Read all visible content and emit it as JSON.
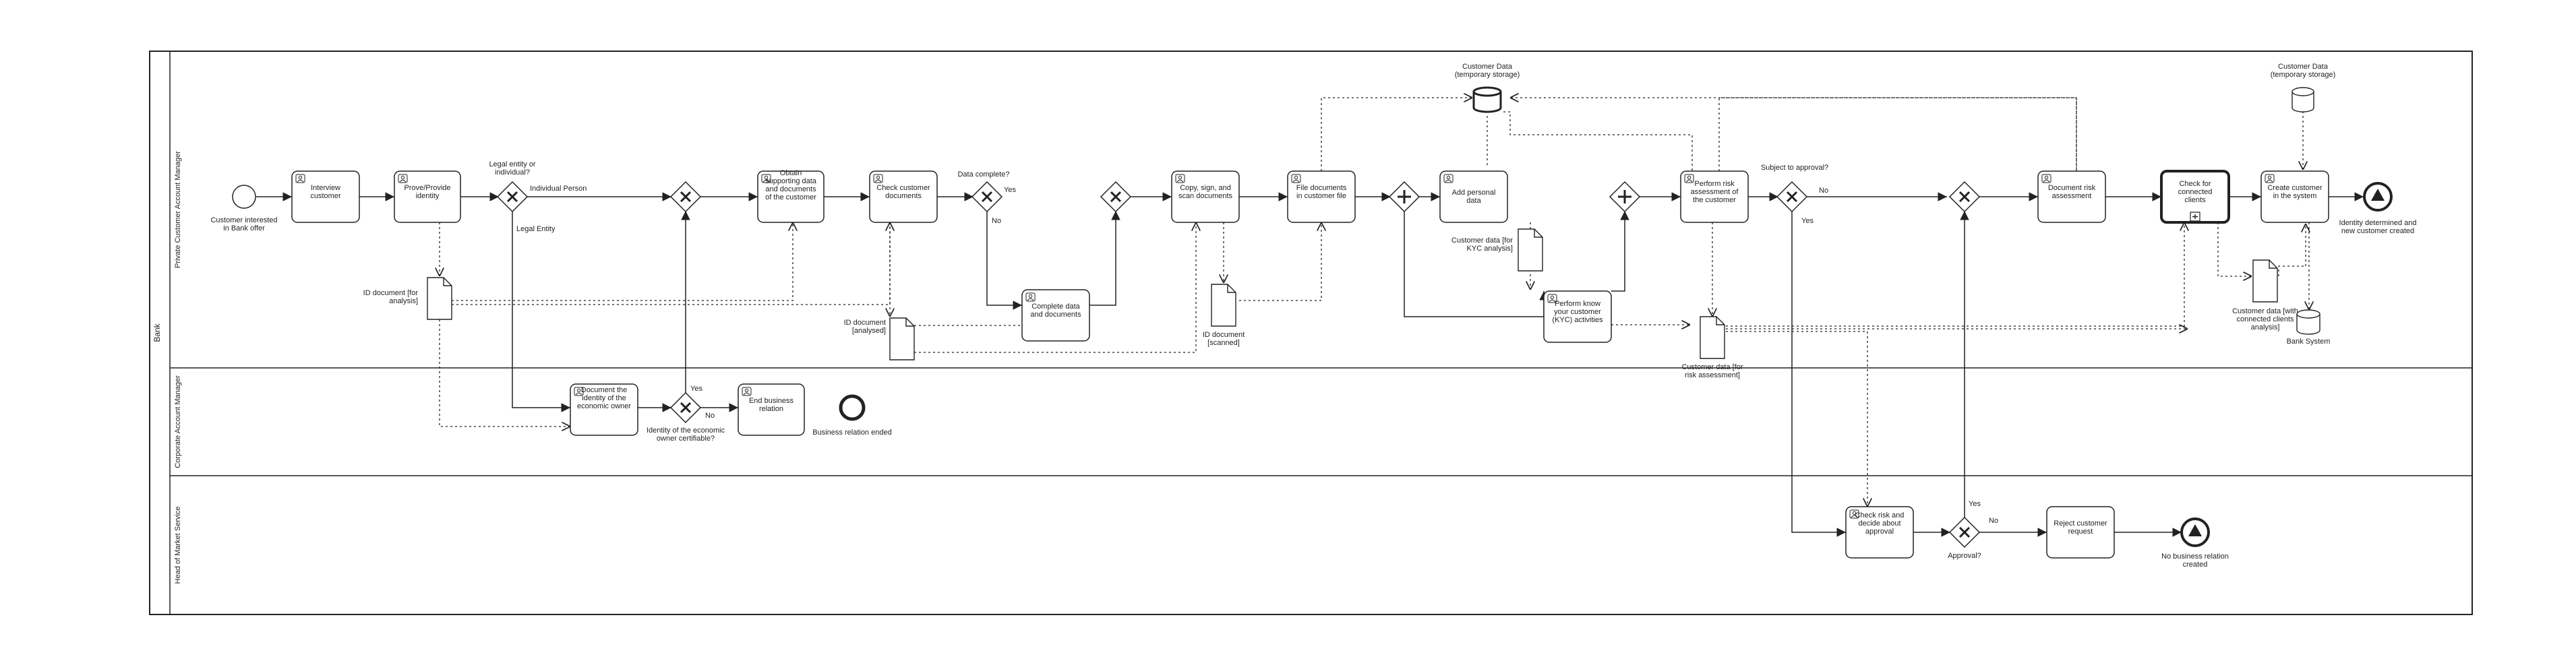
{
  "pool": {
    "label": "Bank"
  },
  "lanes": [
    {
      "id": "pcam",
      "label": "Private Customer Account Manager"
    },
    {
      "id": "cam",
      "label": "Corporate Account Manager"
    },
    {
      "id": "hms",
      "label": "Head of Market Service"
    }
  ],
  "events": {
    "start": "Customer interested in Bank offer",
    "end_identity": "Identity determined and new customer created",
    "end_business": "Business relation ended",
    "end_no_relation": "No business relation created"
  },
  "tasks": {
    "interview": "Interview customer",
    "prove_identity": "Prove/Provide identity",
    "obtain_docs": "Obtain supporting data and documents of the customer",
    "check_docs": "Check customer documents",
    "complete_data": "Complete data and documents",
    "copy_sign_scan": "Copy, sign, and scan documents",
    "file_docs": "File documents in customer file",
    "add_personal": "Add personal data",
    "perform_kyc": "Perform know your customer (KYC) activities",
    "risk_assessment": "Perform risk assessment of the customer",
    "document_risk": "Document risk assessment",
    "check_connected": "Check for connected clients",
    "create_customer": "Create customer in the system",
    "document_owner": "Document the identity of the economic owner",
    "end_business_relation": "End business relation",
    "check_risk_decide": "Check risk and decide about approval",
    "reject_request": "Reject customer request"
  },
  "gateways": {
    "legal_entity": "Legal entity or individual?",
    "data_complete": "Data complete?",
    "subject_approval": "Subject to approval?",
    "identity_certifiable": "Identity of the economic owner certifiable?",
    "approval": "Approval?"
  },
  "flow_labels": {
    "individual_person": "Individual Person",
    "legal_entity": "Legal Entity",
    "yes": "Yes",
    "no": "No"
  },
  "data": {
    "id_doc_analysis": "ID document [for analysis]",
    "id_doc_analysed": "ID document [analysed]",
    "id_doc_scanned": "ID document [scanned]",
    "cust_temp_1": "Customer Data (temporary storage)",
    "cust_kyc": "Customer data [for KYC analysis]",
    "cust_risk": "Customer data [for risk assessment]",
    "cust_temp_2": "Customer Data (temporary storage)",
    "cust_connected": "Customer data [with connected clients analysis]",
    "bank_system": "Bank System"
  }
}
